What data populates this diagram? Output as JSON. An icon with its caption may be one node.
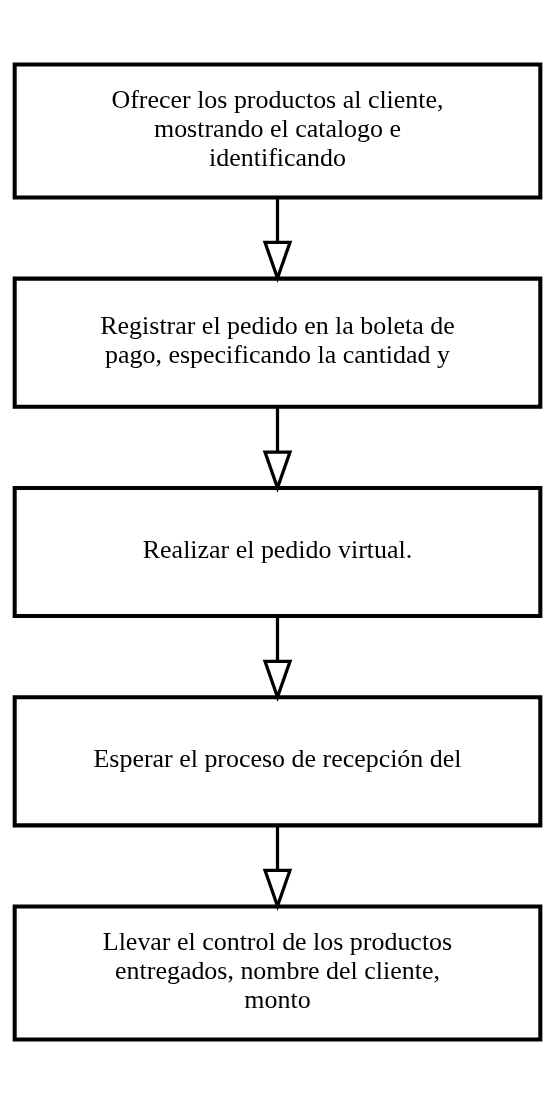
{
  "diagram": {
    "nodes": [
      {
        "text": [
          "Ofrecer los productos al cliente, mostrando el catalogo e identificando"
        ]
      },
      {
        "text": [
          "Registrar el pedido en la boleta de pago, especificando la cantidad y"
        ]
      },
      {
        "text": [
          "Realizar el pedido virtual."
        ]
      },
      {
        "text": [
          "Esperar el proceso de recepción del"
        ]
      },
      {
        "text": [
          "Llevar el control de los productos entregados, nombre del cliente, monto"
        ]
      }
    ],
    "edges": [
      {
        "from": 0,
        "to": 1,
        "arrow": "to"
      },
      {
        "from": 1,
        "to": 2,
        "arrow": "to"
      },
      {
        "from": 2,
        "to": 3,
        "arrow": "to"
      },
      {
        "from": 3,
        "to": 4,
        "arrow": "to"
      }
    ]
  }
}
